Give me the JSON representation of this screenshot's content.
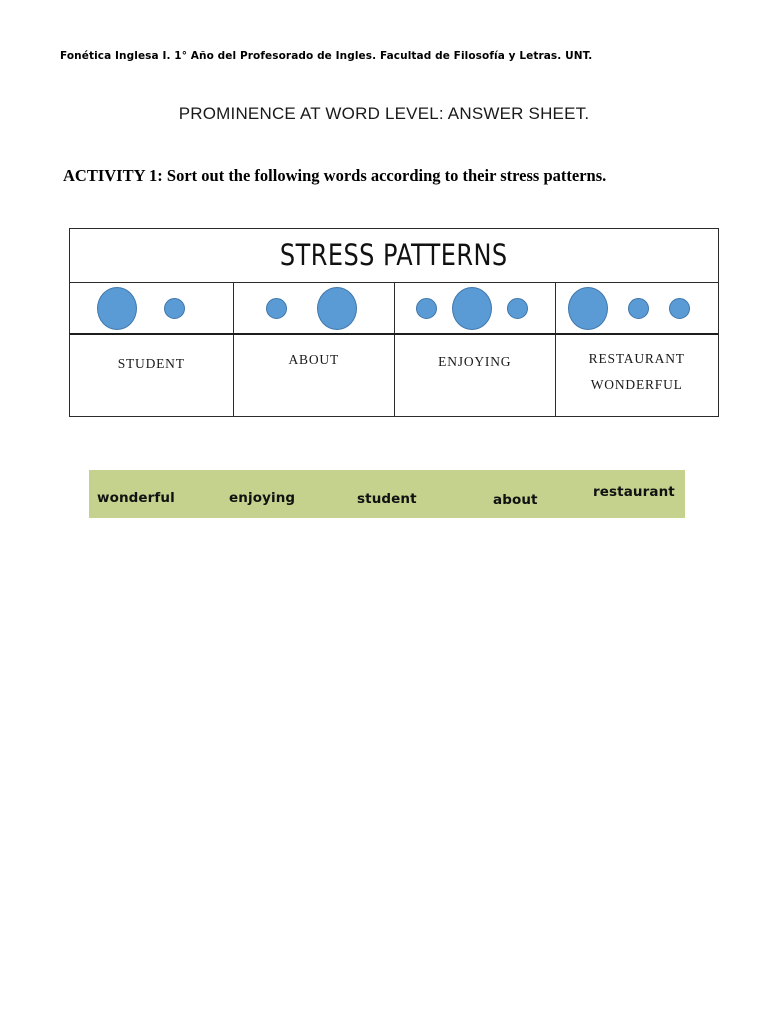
{
  "document": {
    "course_line": "Fonética Inglesa I. 1° Año del Profesorado de Ingles. Facultad de Filosofía y Letras. UNT.",
    "title": "PROMINENCE AT WORD LEVEL: ANSWER SHEET.",
    "activity": {
      "label": "ACTIVITY 1",
      "text": ": Sort out the following words according to their stress patterns."
    }
  },
  "stress_table": {
    "header": "STRESS PATTERNS",
    "columns": [
      {
        "pattern": [
          "big",
          "small"
        ],
        "words": [
          "STUDENT"
        ]
      },
      {
        "pattern": [
          "small",
          "big"
        ],
        "words": [
          "ABOUT"
        ]
      },
      {
        "pattern": [
          "small",
          "big",
          "small"
        ],
        "words": [
          "ENJOYING"
        ]
      },
      {
        "pattern": [
          "big",
          "small",
          "small"
        ],
        "words": [
          "RESTAURANT",
          "WONDERFUL"
        ]
      }
    ]
  },
  "word_bank": {
    "background_color": "#c4d28d",
    "words": [
      "wonderful",
      "enjoying",
      "student",
      "about",
      "restaurant"
    ]
  },
  "colors": {
    "bubble_fill": "#5b9bd5",
    "bubble_stroke": "#3f77ab",
    "table_border": "#2b2b2b",
    "word_bank_green": "#c4d28d"
  }
}
